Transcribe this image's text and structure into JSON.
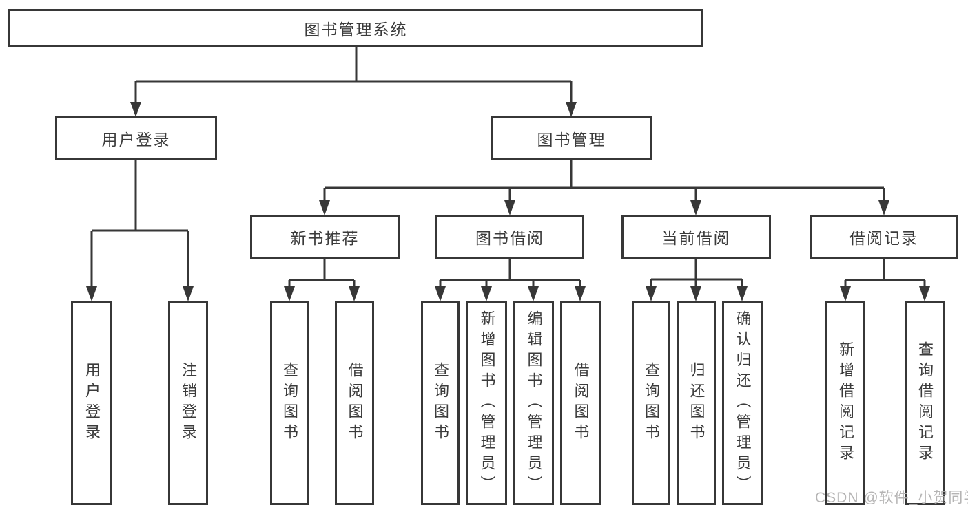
{
  "diagram": {
    "root": "图书管理系统",
    "level2": [
      "用户登录",
      "图书管理"
    ],
    "level3": [
      "新书推荐",
      "图书借阅",
      "当前借阅",
      "借阅记录"
    ],
    "leaves": {
      "user_login": [
        "用户登录",
        "注销登录"
      ],
      "new_book": [
        "查询图书",
        "借阅图书"
      ],
      "book_borrow": [
        "查询图书",
        "新增图书（管理员）",
        "编辑图书（管理员）",
        "借阅图书"
      ],
      "current_borrow": [
        "查询图书",
        "归还图书",
        "确认归还（管理员）"
      ],
      "borrow_records": [
        "新增借阅记录",
        "查询借阅记录"
      ]
    }
  },
  "watermark": "CSDN @软件_小贺同学",
  "colors": {
    "line": "#373737",
    "text": "#3b3b3b",
    "watermark": "#b2b1b1",
    "background": "#ffffff"
  }
}
